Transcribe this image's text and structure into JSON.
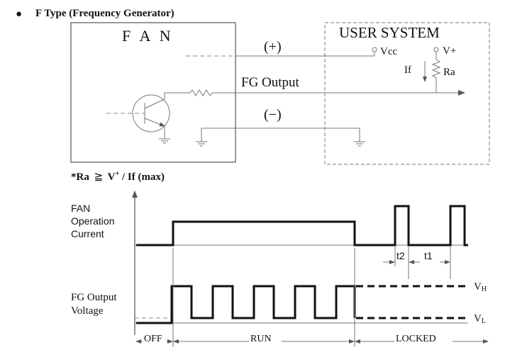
{
  "heading": {
    "bullet": "●",
    "title": "F Type (Frequency Generator)"
  },
  "fan_box": {
    "label": "F A N"
  },
  "user_box": {
    "label": "USER SYSTEM"
  },
  "circuit": {
    "plus": "(+)",
    "minus": "(−)",
    "fg_output": "FG Output",
    "vcc": "Vcc",
    "vplus": "V+",
    "if": "If",
    "ra": "Ra"
  },
  "formula": {
    "prefix": "*Ra",
    "relation": "≧",
    "v": "V",
    "sup": "+",
    "suffix": " / If (max)"
  },
  "timing": {
    "current_label": [
      "FAN",
      "Operation",
      "Current"
    ],
    "voltage_label": [
      "FG Output",
      "Voltage"
    ],
    "t2": "t2",
    "t1": "t1",
    "vh": "V",
    "vh_sub": "H",
    "vl": "V",
    "vl_sub": "L",
    "phases": [
      "OFF",
      "RUN",
      "LOCKED"
    ]
  }
}
